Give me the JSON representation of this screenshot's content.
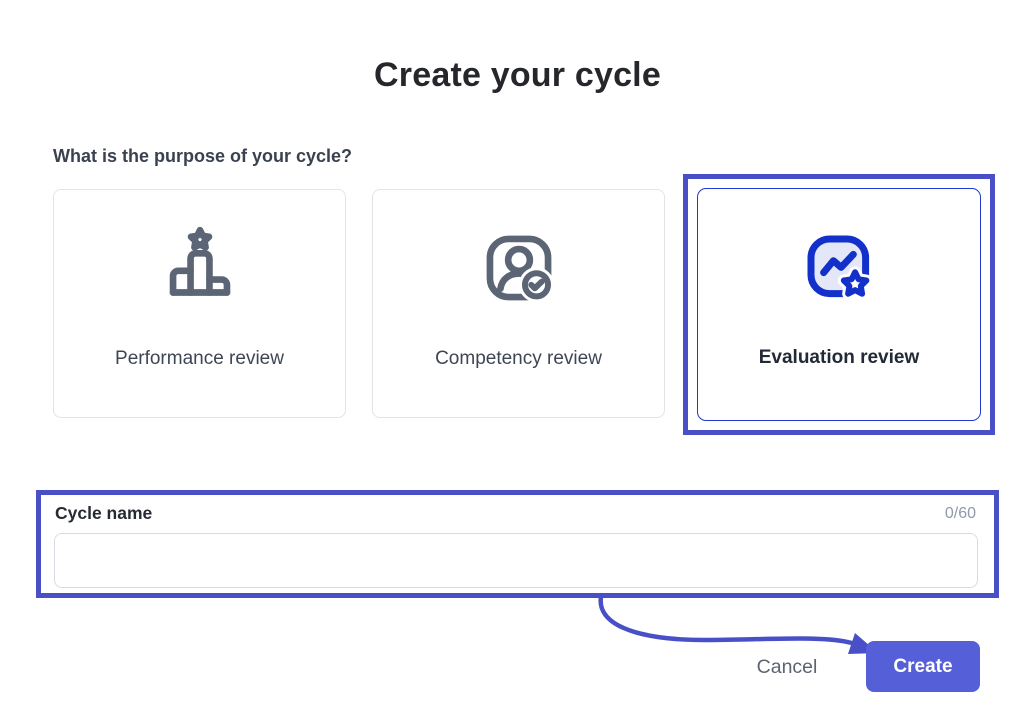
{
  "dialog": {
    "title": "Create your cycle",
    "question": "What is the purpose of your cycle?",
    "options": [
      {
        "label": "Performance review",
        "icon": "podium-star-icon",
        "selected": false
      },
      {
        "label": "Competency review",
        "icon": "user-badge-check-icon",
        "selected": false
      },
      {
        "label": "Evaluation review",
        "icon": "chart-trend-star-icon",
        "selected": true
      }
    ],
    "cycle_name": {
      "label": "Cycle name",
      "value": "",
      "placeholder": "",
      "char_counter": "0/60"
    },
    "actions": {
      "cancel_label": "Cancel",
      "create_label": "Create"
    }
  },
  "annotations": {
    "highlighted_option": "Evaluation review",
    "highlighted_field": "Cycle name",
    "arrow_target": "Create button"
  },
  "colors": {
    "annotation_indigo": "#484fc7",
    "selected_card_border": "#2339d0",
    "create_button_bg": "#5560d8",
    "icon_gray": "#5b6575",
    "icon_blue": "#1330cb",
    "icon_blue_fill": "#e4e7f8",
    "card_border": "#e2e4e8",
    "counter_gray": "#9198ab",
    "title_text": "#26272b"
  }
}
